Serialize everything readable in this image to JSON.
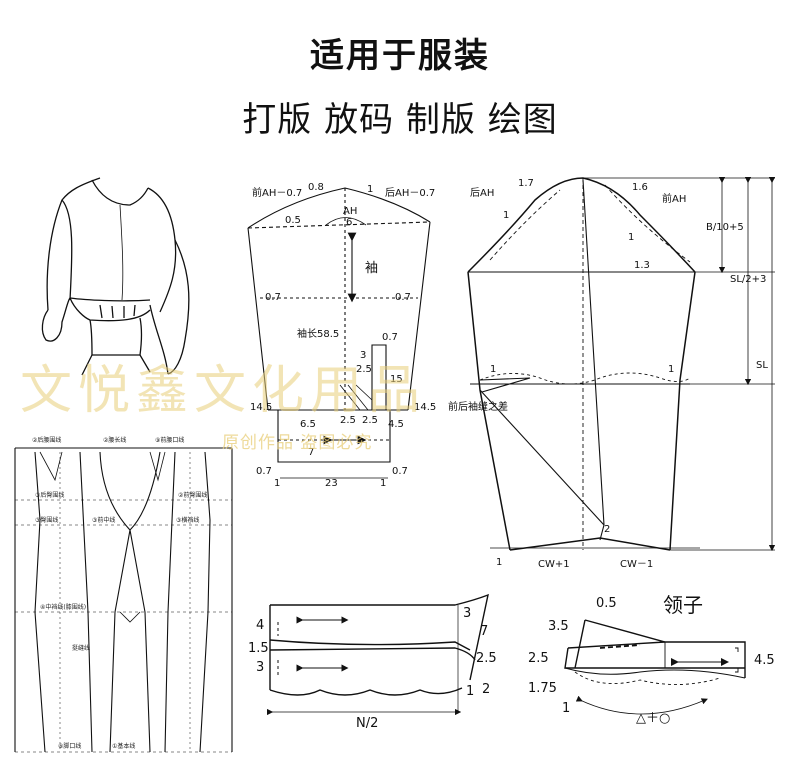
{
  "header": {
    "title": "适用于服装",
    "subtitle": "打版 放码 制版 绘图"
  },
  "watermark": {
    "brand": "文悦鑫文化用品",
    "notice": "原创作品 盗图必究",
    "color": "#e8cd78"
  },
  "sleeve_draft": {
    "front_ah": "前AH－0.7",
    "back_ah": "后AH－0.7",
    "top_val": "0.8",
    "right_val": "1",
    "left_val": "0.5",
    "ah_label": "AH",
    "ah_div": "6",
    "sleeve_char": "袖",
    "left_07": "0.7",
    "right_07": "0.7",
    "length": "袖长58.5",
    "v07b": "0.7",
    "v3": "3",
    "v25a": "2.5",
    "v15": "15",
    "v145l": "14.5",
    "v145r": "14.5",
    "v65": "6.5",
    "v25b": "2.5",
    "v25c": "2.5",
    "v45": "4.5",
    "v7": "7",
    "v07l": "0.7",
    "v07r": "0.7",
    "v1l": "1",
    "v23": "23",
    "v1r": "1"
  },
  "sleeve_large": {
    "back_ah": "后AH",
    "v17": "1.7",
    "v16": "1.6",
    "front_ah": "前AH",
    "v1a": "1",
    "v1b": "1",
    "v13": "1.3",
    "b_formula": "B/10+5",
    "sl_formula": "SL/2+3",
    "sl": "SL",
    "v1c": "1",
    "v1d": "1",
    "seam_diff": "前后袖缝之差",
    "v2": "2",
    "v1e": "1",
    "cw_plus": "CW+1",
    "cw_minus": "CW－1"
  },
  "waistband": {
    "v4": "4",
    "v3a": "3",
    "v7": "7",
    "v15": "1.5",
    "v3b": "3",
    "v25": "2.5",
    "v1": "1",
    "v2": "2",
    "n2": "N/2"
  },
  "collar": {
    "title": "领子",
    "v05": "0.5",
    "v35": "3.5",
    "v25": "2.5",
    "v45": "4.5",
    "v175": "1.75",
    "v1": "1",
    "formula": "△＋○"
  },
  "pants": {
    "l1": "②后腰围线",
    "l2": "③后臀围线",
    "l3": "②腰长线",
    "l4": "③臀围线",
    "l5": "③横裆线",
    "l6": "④中裆线(膝围线)",
    "l7": "⑧脚口线",
    "l8": "①基本线",
    "l9": "⑨前腰口线",
    "l10": "②前臀围线",
    "l11": "③前中线",
    "l12": "挺缝线"
  }
}
